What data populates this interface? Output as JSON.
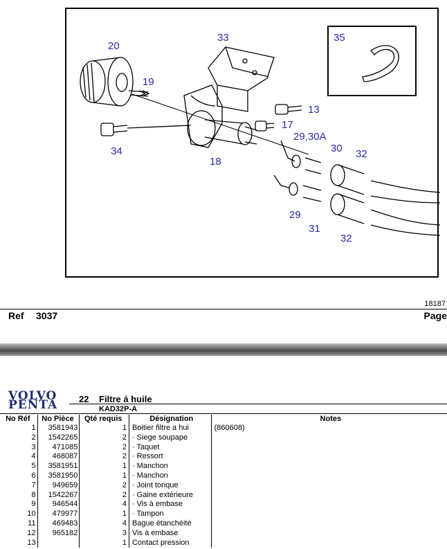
{
  "diagram": {
    "callouts": [
      "20",
      "19",
      "33",
      "35",
      "13",
      "17",
      "34",
      "29,30A",
      "30",
      "32",
      "18",
      "29",
      "31",
      "32"
    ]
  },
  "header": {
    "doc_number": "18187",
    "ref_label": "Ref",
    "ref_value": "3037",
    "page_label": "Page"
  },
  "brand": {
    "line1": "VOLVO",
    "line2": "PENTA"
  },
  "section": {
    "number": "22",
    "title": "Filtre á huile",
    "model": "KAD32P-A"
  },
  "table": {
    "columns": [
      "No Réf",
      "No Pièce",
      "Qté requis",
      "Désignation",
      "Notes"
    ],
    "rows": [
      {
        "ref": "1",
        "part": "3581943",
        "qty": "1",
        "designation": "Boitier filtre a hui",
        "notes": "(860608)"
      },
      {
        "ref": "2",
        "part": "1542265",
        "qty": "2",
        "designation": "· Siege soupape",
        "notes": ""
      },
      {
        "ref": "3",
        "part": "471085",
        "qty": "2",
        "designation": "· Taquet",
        "notes": ""
      },
      {
        "ref": "4",
        "part": "468087",
        "qty": "2",
        "designation": "· Ressort",
        "notes": ""
      },
      {
        "ref": "5",
        "part": "3581951",
        "qty": "1",
        "designation": "· Manchon",
        "notes": ""
      },
      {
        "ref": "6",
        "part": "3581950",
        "qty": "1",
        "designation": "· Manchon",
        "notes": ""
      },
      {
        "ref": "7",
        "part": "949659",
        "qty": "2",
        "designation": "· Joint torique",
        "notes": ""
      },
      {
        "ref": "8",
        "part": "1542267",
        "qty": "2",
        "designation": "· Gaine extérieure",
        "notes": ""
      },
      {
        "ref": "9",
        "part": "946544",
        "qty": "4",
        "designation": "· Vis à embase",
        "notes": ""
      },
      {
        "ref": "10",
        "part": "479977",
        "qty": "1",
        "designation": "· Tampon",
        "notes": ""
      },
      {
        "ref": "11",
        "part": "469483",
        "qty": "4",
        "designation": "Bague étanchéité",
        "notes": ""
      },
      {
        "ref": "12",
        "part": "965182",
        "qty": "3",
        "designation": "Vis à embase",
        "notes": ""
      },
      {
        "ref": "13",
        "part": "",
        "qty": "1",
        "designation": "Contact pression",
        "notes": ""
      }
    ]
  }
}
